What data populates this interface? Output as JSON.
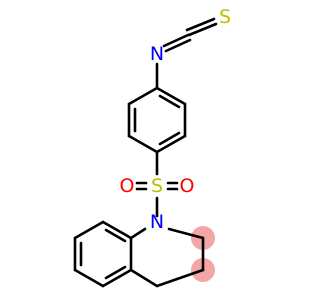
{
  "molecule": {
    "atoms": {
      "thiocarbonyl_s": "S",
      "isothiocyanate_n": "N",
      "sulfonyl_s": "S",
      "sulfonyl_o_left": "O",
      "sulfonyl_o_right": "O",
      "ring_n": "N"
    }
  },
  "colors": {
    "bond": "#000000",
    "sulfur": "#bdbd00",
    "nitrogen": "#0000ff",
    "oxygen": "#ff0000",
    "highlight": "#f4a6a6",
    "background": "#ffffff"
  }
}
